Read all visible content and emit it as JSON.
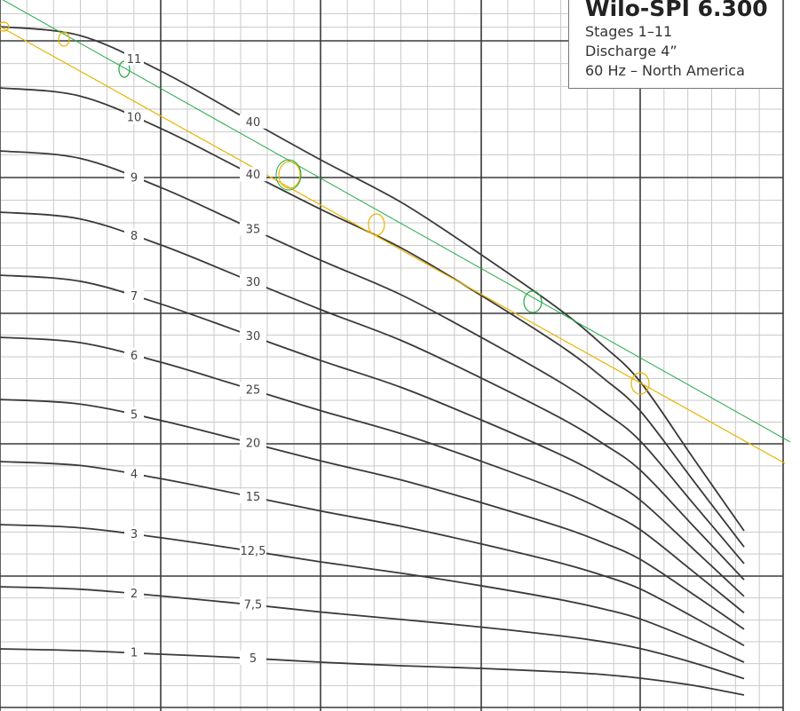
{
  "legend": {
    "title": "Wilo-SPI 6.300",
    "lines": [
      "Stages 1–11",
      "Discharge 4”",
      "60 Hz – North America"
    ]
  },
  "chart_data": {
    "type": "line",
    "title": "Wilo-SPI 6.300",
    "grid": true,
    "axes_labels_visible": false,
    "series": [
      {
        "stage_label": "1",
        "power_label": "5"
      },
      {
        "stage_label": "2",
        "power_label": "7,5"
      },
      {
        "stage_label": "3",
        "power_label": "12,5"
      },
      {
        "stage_label": "4",
        "power_label": "15"
      },
      {
        "stage_label": "5",
        "power_label": "20"
      },
      {
        "stage_label": "6",
        "power_label": "25"
      },
      {
        "stage_label": "7",
        "power_label": "30"
      },
      {
        "stage_label": "8",
        "power_label": "30"
      },
      {
        "stage_label": "9",
        "power_label": "35"
      },
      {
        "stage_label": "10",
        "power_label": "40"
      },
      {
        "stage_label": "11",
        "power_label": "40"
      }
    ],
    "stage_curve_shutoff_heads": [
      731,
      661,
      591,
      520,
      450,
      380,
      310,
      239,
      170,
      99,
      30
    ],
    "best_efficiency_line": {
      "color": "#e8b400"
    },
    "max_efficiency_line": {
      "color": "#22aa44"
    },
    "markers": [
      {
        "curve": "11",
        "color": "#22aa44"
      },
      {
        "curve": "11",
        "color": "#e8b400"
      },
      {
        "curve": "11",
        "color": "#e8b400"
      },
      {
        "curve": "11",
        "color": "#22aa44"
      },
      {
        "curve": "11",
        "color": "#e8b400"
      }
    ]
  }
}
